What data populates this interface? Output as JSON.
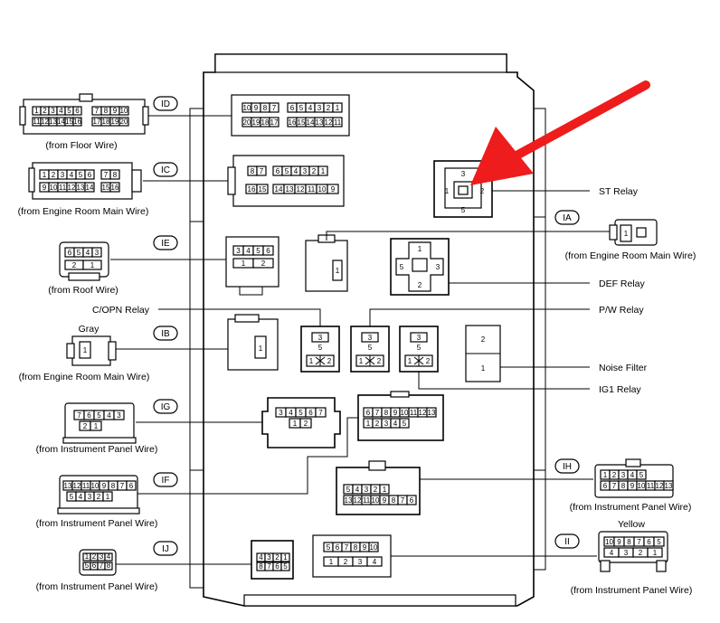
{
  "connector_tags": {
    "id": "ID",
    "ic": "IC",
    "ie": "IE",
    "ia": "IA",
    "ib": "IB",
    "ig": "IG",
    "if": "IF",
    "ih": "IH",
    "ii": "II",
    "ij": "IJ"
  },
  "source_labels": {
    "floor_wire": "(from Floor Wire)",
    "engine_room_main_wire_ic": "(from Engine Room Main Wire)",
    "roof_wire": "(from Roof Wire)",
    "engine_room_main_wire_ib": "(from Engine  Room Main Wire)",
    "instrument_panel_wire_ig": "(from Instrument Panel Wire)",
    "instrument_panel_wire_if": "(from Instrument Panel Wire)",
    "instrument_panel_wire_ij": "(from Instrument Panel Wire)",
    "engine_room_main_wire_ia": "(from Engine Room Main Wire)",
    "instrument_panel_wire_ih": "(from Instrument Panel Wire)",
    "instrument_panel_wire_ii": "(from Instrument Panel Wire)"
  },
  "color_labels": {
    "ib_color": "Gray",
    "ii_color": "Yellow"
  },
  "component_labels": {
    "st_relay": "ST Relay",
    "def_relay": "DEF Relay",
    "copn_relay": "C/OPN Relay",
    "pw_relay": "P/W Relay",
    "noise_filter": "Noise Filter",
    "ig1_relay": "IG1 Relay"
  },
  "pins": {
    "id_row1_left": [
      "1",
      "2",
      "3",
      "4",
      "5",
      "6"
    ],
    "id_row1_right": [
      "7",
      "8",
      "9",
      "10"
    ],
    "id_row2_left": [
      "11",
      "12",
      "13",
      "14",
      "15",
      "16"
    ],
    "id_row2_right": [
      "17",
      "18",
      "19",
      "20"
    ],
    "box_id_row1_left": [
      "10",
      "9",
      "8",
      "7"
    ],
    "box_id_row1_right": [
      "6",
      "5",
      "4",
      "3",
      "2",
      "1"
    ],
    "box_id_row2_left": [
      "20",
      "19",
      "18",
      "17"
    ],
    "box_id_row2_right": [
      "16",
      "15",
      "14",
      "13",
      "12",
      "11"
    ],
    "ic_row1_left": [
      "1",
      "2",
      "3",
      "4",
      "5",
      "6"
    ],
    "ic_row1_right": [
      "7",
      "8"
    ],
    "ic_row2_left": [
      "9",
      "10",
      "11",
      "12",
      "13",
      "14"
    ],
    "ic_row2_right": [
      "15",
      "16"
    ],
    "box_ic_row1_left": [
      "8",
      "7"
    ],
    "box_ic_row1_right": [
      "6",
      "5",
      "4",
      "3",
      "2",
      "1"
    ],
    "box_ic_row2_left": [
      "16",
      "15"
    ],
    "box_ic_row2_right": [
      "14",
      "13",
      "12",
      "11",
      "10",
      "9"
    ],
    "ie_row1": [
      "6",
      "5",
      "4",
      "3"
    ],
    "ie_row2": [
      "2",
      "1"
    ],
    "box_ie_row1": [
      "3",
      "4",
      "5",
      "6"
    ],
    "box_ie_row2": [
      "1",
      "2"
    ],
    "ib": "1",
    "box_ib": "1",
    "ia": "1",
    "box_ia": "1",
    "st": [
      "3",
      "1",
      "2",
      "5"
    ],
    "def": [
      "1",
      "5",
      "3",
      "2"
    ],
    "relay_small": [
      "3",
      "5",
      "1",
      "2"
    ],
    "noise": [
      "2",
      "1"
    ],
    "ig_conn_row1": [
      "7",
      "6",
      "5",
      "4",
      "3"
    ],
    "ig_conn_row2": [
      "2",
      "1"
    ],
    "box_ig_row1": [
      "3",
      "4",
      "5",
      "6",
      "7"
    ],
    "box_ig_row2": [
      "1",
      "2"
    ],
    "box_if_row1": [
      "6",
      "7",
      "8",
      "9",
      "10",
      "11",
      "12",
      "13"
    ],
    "box_if_row2": [
      "1",
      "2",
      "3",
      "4",
      "5"
    ],
    "if_conn_row1": [
      "13",
      "12",
      "11",
      "10",
      "9",
      "8",
      "7",
      "6"
    ],
    "if_conn_row2": [
      "5",
      "4",
      "3",
      "2",
      "1"
    ],
    "box_ih_row1": [
      "5",
      "4",
      "3",
      "2",
      "1"
    ],
    "box_ih_row2": [
      "13",
      "12",
      "11",
      "10",
      "9",
      "8",
      "7",
      "6"
    ],
    "ih_conn_row1": [
      "1",
      "2",
      "3",
      "4",
      "5"
    ],
    "ih_conn_row2": [
      "6",
      "7",
      "8",
      "9",
      "10",
      "11",
      "12",
      "13"
    ],
    "box_ii_row1": [
      "5",
      "6",
      "7",
      "8",
      "9",
      "10"
    ],
    "box_ii_row2": [
      "1",
      "2",
      "3",
      "4"
    ],
    "ii_conn_row1": [
      "10",
      "9",
      "8",
      "7",
      "6",
      "5"
    ],
    "ii_conn_row2": [
      "4",
      "3",
      "2",
      "1"
    ],
    "ij_conn_row1": [
      "1",
      "2",
      "3",
      "4"
    ],
    "ij_conn_row2": [
      "5",
      "6",
      "7",
      "8"
    ],
    "box_ij_row1": [
      "4",
      "3",
      "2",
      "1"
    ],
    "box_ij_row2": [
      "8",
      "7",
      "6",
      "5"
    ]
  },
  "colors": {
    "arrow": "#ee1c1c",
    "line": "#000000"
  }
}
